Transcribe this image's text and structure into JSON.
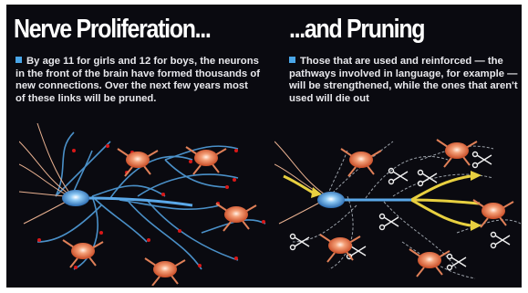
{
  "left": {
    "title": "Nerve Proliferation...",
    "caption": "By age 11 for girls and 12 for boys, the neurons in the front of the brain have formed thousands of new connections. Over the next few years most of these links will be pruned."
  },
  "right": {
    "title": "...and Pruning",
    "caption": "Those that are used and reinforced — the pathways involved in language, for example — will be strengthened, while the ones that aren't used will die out"
  },
  "colors": {
    "background": "#0a0a10",
    "neuron": "#e8704a",
    "central_neuron": "#4a9ee0",
    "axon": "#4a90c8",
    "reinforced_pathway": "#e8d040",
    "synapse": "#d81818",
    "bullet": "#4aa6e8"
  },
  "icons": [
    "bullet-square",
    "scissors-icon",
    "neuron-cell",
    "arrow"
  ]
}
